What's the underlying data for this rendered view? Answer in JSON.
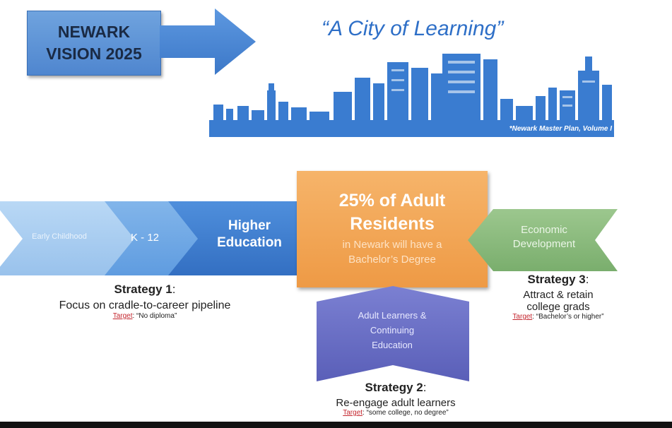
{
  "header": {
    "title_line1": "NEWARK",
    "title_line2": "VISION 2025",
    "slogan": "“A City of Learning”",
    "source_note": "*Newark Master Plan, Volume I"
  },
  "pipeline": {
    "step1": "Early Childhood",
    "step2": "K - 12",
    "step3_line1": "Higher",
    "step3_line2": "Education"
  },
  "goal": {
    "big_line1": "25% of Adult",
    "big_line2": "Residents",
    "small_line1": "in Newark will have a",
    "small_line2": "Bachelor’s Degree"
  },
  "adult_box": {
    "line1": "Adult Learners &",
    "line2": "Continuing",
    "line3": "Education"
  },
  "economic": {
    "line1": "Economic",
    "line2": "Development"
  },
  "strategy1": {
    "title": "Strategy 1",
    "colon": ":",
    "description": "Focus on cradle-to-career pipeline",
    "target_label": "Target",
    "target_value": ": “No diploma”"
  },
  "strategy2": {
    "title": "Strategy 2",
    "colon": ":",
    "description": "Re-engage adult learners",
    "target_label": "Target",
    "target_value": ": “some college, no degree”"
  },
  "strategy3": {
    "title": "Strategy 3",
    "colon": ":",
    "description_line1": "Attract & retain",
    "description_line2": "college grads",
    "target_label": "Target",
    "target_value": ": “Bachelor’s or higher”"
  },
  "colors": {
    "blue_dark": "#3f7fd0",
    "blue_mid": "#6fa8e4",
    "blue_light": "#a9cdf2",
    "orange": "#f0a24f",
    "purple": "#6a6fc6",
    "green": "#8cbb7e",
    "target_red": "#c4262e"
  }
}
